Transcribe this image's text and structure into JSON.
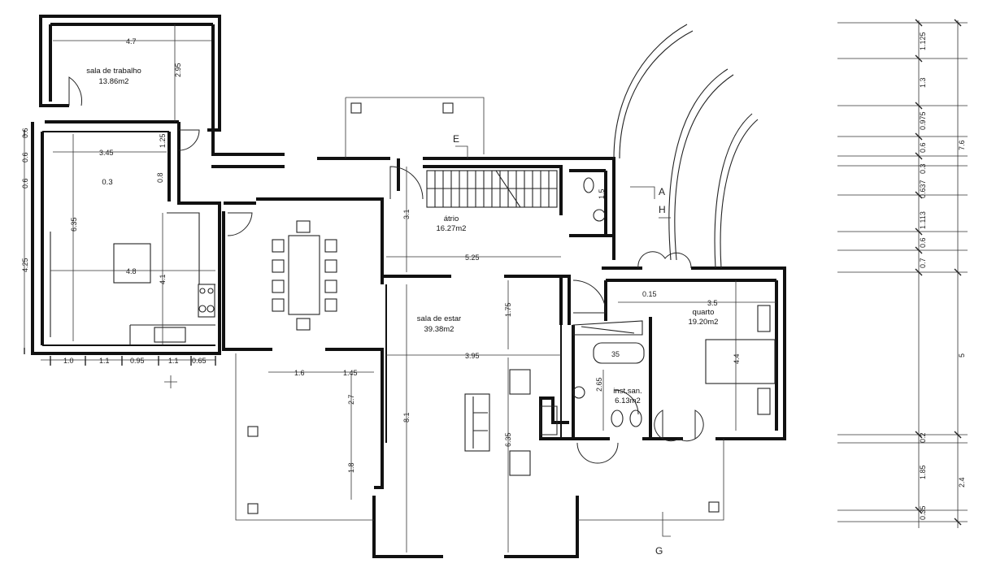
{
  "rooms": {
    "sala_trabalho": {
      "name": "sala de trabalho",
      "area": "13.86m2"
    },
    "cozinha": {
      "name": "0.3"
    },
    "atrio": {
      "name": "átrio",
      "area": "16.27m2"
    },
    "sala_estar": {
      "name": "sala de estar",
      "area": "39.38m2"
    },
    "quarto": {
      "name": "quarto",
      "area": "19.20m2"
    },
    "inst_san": {
      "name": "inst.san.",
      "area": "6.13m2"
    }
  },
  "dimensions": {
    "d_4_7": "4.7",
    "d_2_95": "2.95",
    "d_3_45": "3.45",
    "d_1_25": "1.25",
    "d_0_8": "0.8",
    "d_6_35_left": "6.35",
    "d_4_8": "4.8",
    "d_4_1": "4.1",
    "d_4_25": "4.25",
    "d_0_6a": "0.6",
    "d_0_6b": "0.6",
    "d_0_6c": "0.6",
    "d_1_0": "1.0",
    "d_1_1a": "1.1",
    "d_0_95": "0.95",
    "d_1_1b": "1.1",
    "d_0_65": "0.65",
    "d_3_1": "3.1",
    "d_5_25": "5.25",
    "d_1_75": "1.75",
    "d_3_95": "3.95",
    "d_1_6": "1.6",
    "d_1_45": "1.45",
    "d_2_7": "2.7",
    "d_1_8": "1.8",
    "d_8_1": "8.1",
    "d_6_35_mid": "6.35",
    "d_1_5": "1.5",
    "d_0_15": "0.15",
    "d_3_5": "3.5",
    "d_4_4": "4.4",
    "d_2_65": "2.65",
    "d_35": "35"
  },
  "right_dims": {
    "r_1_125": "1.125",
    "r_1_3": "1.3",
    "r_0_975": "0.975",
    "r_0_6": "0.6",
    "r_0_3": "0.3",
    "r_0_637": "0.637",
    "r_1_113": "1.113",
    "r_0_6b": "0.6",
    "r_0_7": "0.7",
    "r_7_6": "7.6",
    "r_5": "5",
    "r_0_2": "0.2",
    "r_1_85": "1.85",
    "r_2_4": "2.4",
    "r_0_35": "0.35"
  },
  "section_marks": {
    "e": "E",
    "a": "A",
    "h": "H",
    "g": "G"
  }
}
